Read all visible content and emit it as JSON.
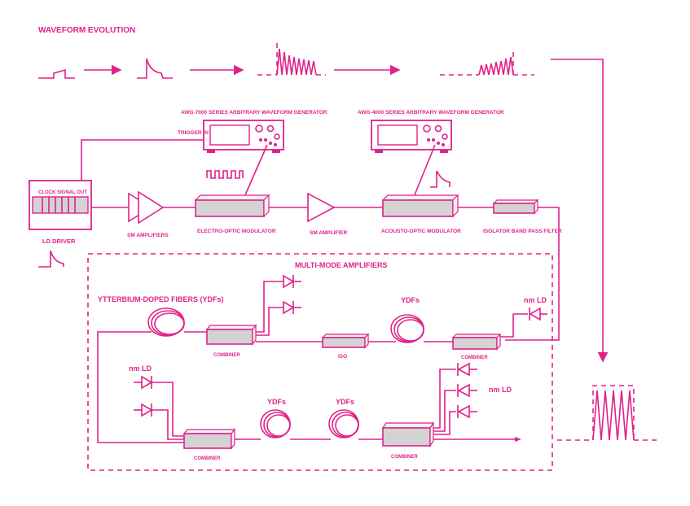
{
  "title": "WAVEFORM EVOLUTION",
  "awg7000": "AWG-7000 SERIES ARBITRARY WAVEFORM GENERATOR",
  "awg4000": "AWG-4000 SERIES ARBITRARY WAVEFORM GENERATOR",
  "trigger_in": "TRIGGER IN",
  "clock_signal_out": "CLOCK SIGNAL OUT",
  "ld_driver": "LD DRIVER",
  "sm_amplifiers": "SM AMPLIFIERS",
  "eo_modulator": "ELECTRO-OPTIC MODULATOR",
  "sm_amplifier": "SM AMPLIFIER",
  "ao_modulator": "ACOUSTO-OPTIC MODULATOR",
  "isolator_filter": "ISOLATOR BAND PASS FILTER",
  "mm_amplifiers": "MULTI-MODE AMPLIFIERS",
  "ytterbium": "YTTERBIUM-DOPED FIBERS (YDFs)",
  "ydfs": "YDFs",
  "nm_ld": "nm LD",
  "combiner": "COMBINER",
  "iso": "ISO"
}
